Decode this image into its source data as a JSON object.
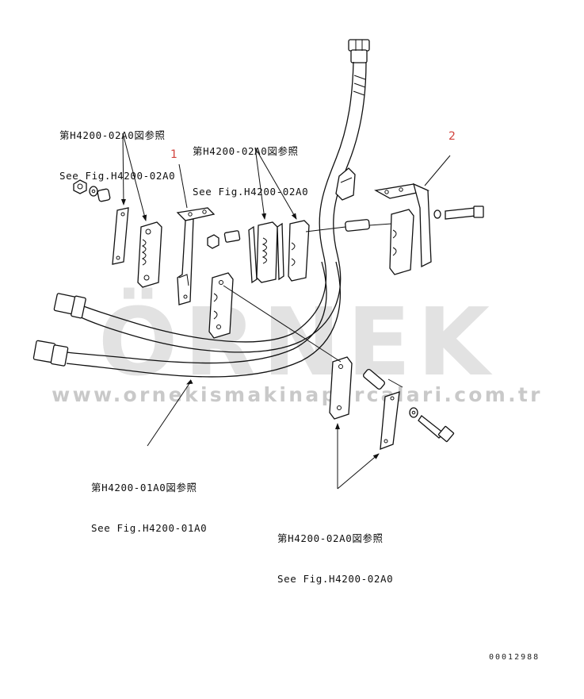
{
  "references": [
    {
      "jp": "第H4200-02A0図参照",
      "en": "See Fig.H4200-02A0"
    },
    {
      "jp": "第H4200-02A0図参照",
      "en": "See Fig.H4200-02A0"
    },
    {
      "jp": "第H4200-01A0図参照",
      "en": "See Fig.H4200-01A0"
    },
    {
      "jp": "第H4200-02A0図参照",
      "en": "See Fig.H4200-02A0"
    }
  ],
  "callouts": [
    "1",
    "2"
  ],
  "watermark": {
    "brand": "ÖRNEK",
    "url": "www.ornekismakinaparcalari.com.tr"
  },
  "figure_number": "00012988",
  "colors": {
    "callout": "#d2423c",
    "line": "#111111",
    "watermark": "#bebebe"
  }
}
